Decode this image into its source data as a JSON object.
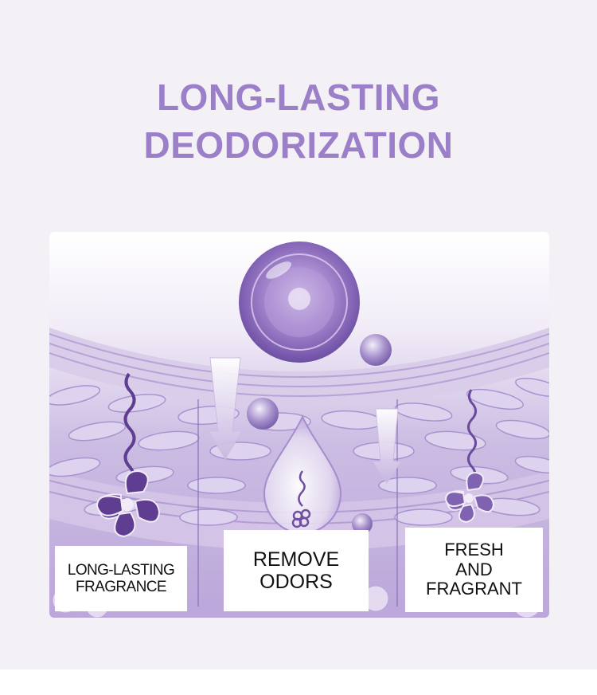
{
  "headline": {
    "line1": "LONG-LASTING",
    "line2": "DEODORIZATION"
  },
  "illustration": {
    "icons": [
      "bubble-icon",
      "droplet-icon",
      "flower-icon",
      "arrow-down-icon"
    ],
    "accent_color": "#9b80c9"
  },
  "labels": {
    "left": {
      "line1": "LONG-LASTING",
      "line2": "FRAGRANCE"
    },
    "middle": {
      "line1": "REMOVE",
      "line2": "ODORS"
    },
    "right": {
      "line1": "FRESH",
      "line2": "AND",
      "line3": "FRAGRANT"
    }
  }
}
